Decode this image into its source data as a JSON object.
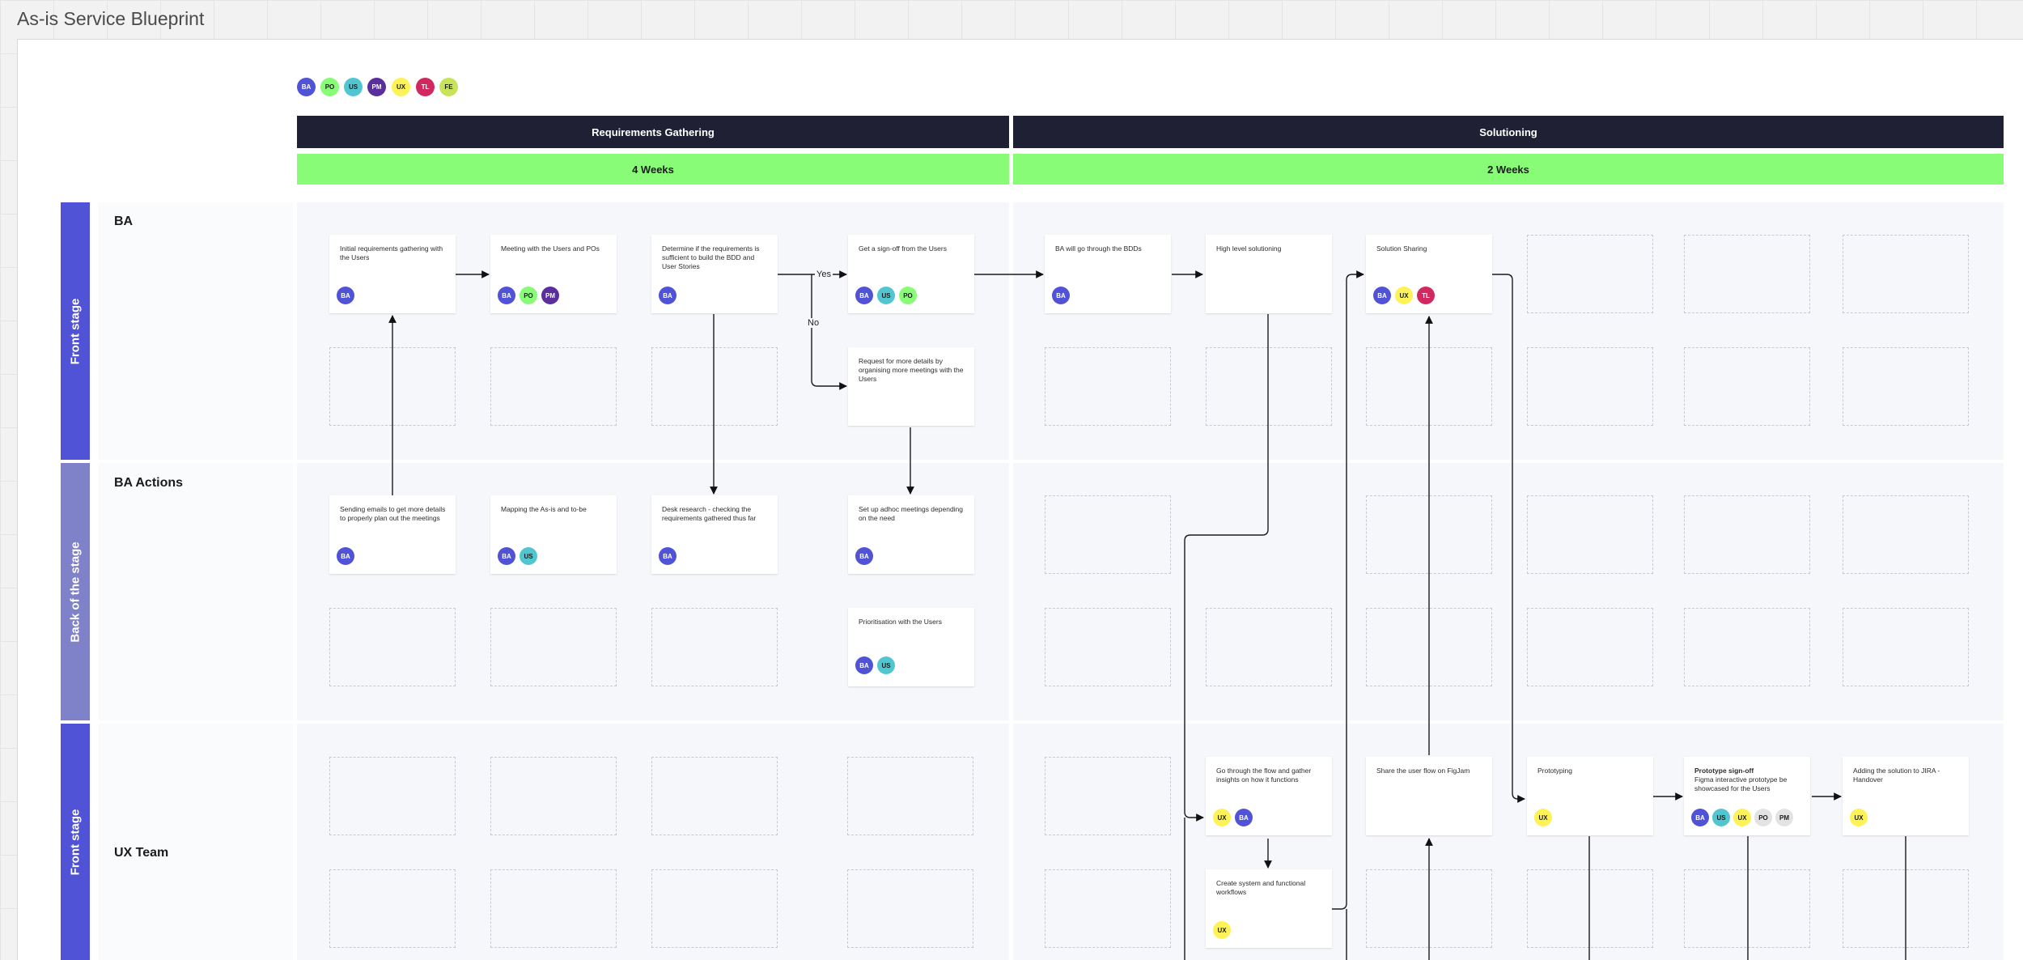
{
  "document": {
    "title": "As-is Service Blueprint"
  },
  "people_legend": [
    {
      "code": "BA",
      "color": "#5153d6",
      "text_color": "#ffffff"
    },
    {
      "code": "PO",
      "color": "#88fb77",
      "text_color": "#1b1b1b"
    },
    {
      "code": "US",
      "color": "#52c6d0",
      "text_color": "#1b1b1b"
    },
    {
      "code": "PM",
      "color": "#5a2e9c",
      "text_color": "#ffffff"
    },
    {
      "code": "UX",
      "color": "#fdf256",
      "text_color": "#1b1b1b"
    },
    {
      "code": "TL",
      "color": "#d1295f",
      "text_color": "#ffffff"
    },
    {
      "code": "FE",
      "color": "#c8e35a",
      "text_color": "#1b1b1b"
    }
  ],
  "phases": [
    {
      "name": "Requirements Gathering",
      "duration": "4 Weeks"
    },
    {
      "name": "Solutioning",
      "duration": "2 Weeks"
    }
  ],
  "lanes": [
    {
      "tab": "Front stage",
      "name": "BA",
      "tab_color": "#5153d6"
    },
    {
      "tab": "Back of the stage",
      "name": "BA Actions",
      "tab_color": "#7f81c9"
    },
    {
      "tab": "Front stage",
      "name": "UX Team",
      "tab_color": "#5153d6"
    }
  ],
  "cards": {
    "initial_requirements": {
      "text": "Initial requirements gathering with the Users",
      "chips": [
        "BA"
      ]
    },
    "meeting_users_pos": {
      "text": "Meeting with the Users and POs",
      "chips": [
        "BA",
        "PO",
        "PM"
      ]
    },
    "determine_requirements": {
      "text": "Determine if the requirements is sufficient to build the BDD and User Stories",
      "chips": [
        "BA"
      ]
    },
    "get_signoff": {
      "text": "Get a sign-off from the Users",
      "chips": [
        "BA",
        "US",
        "PO"
      ]
    },
    "request_details": {
      "text": "Request for more details by organising more meetings with the Users",
      "chips": []
    },
    "ba_bdds": {
      "text": "BA will go through the BDDs",
      "chips": [
        "BA"
      ]
    },
    "high_level_solutioning": {
      "text": "High level solutioning",
      "chips": []
    },
    "solution_sharing": {
      "text": "Solution Sharing",
      "chips": [
        "BA",
        "UX",
        "TL"
      ]
    },
    "sending_emails": {
      "text": "Sending emails to get more details to properly plan out the meetings",
      "chips": [
        "BA"
      ]
    },
    "mapping_as_is": {
      "text": "Mapping the As-is and to-be",
      "chips": [
        "BA",
        "US"
      ]
    },
    "desk_research": {
      "text": "Desk research - checking the requirements gathered thus far",
      "chips": [
        "BA"
      ]
    },
    "adhoc_meetings": {
      "text": "Set up adhoc meetings depending on the need",
      "chips": [
        "BA"
      ]
    },
    "prioritisation": {
      "text": "Prioritisation with the Users",
      "chips": [
        "BA",
        "US"
      ]
    },
    "go_through_flow": {
      "text": "Go through the flow and gather insights on how it functions",
      "chips": [
        "UX",
        "BA"
      ]
    },
    "share_user_flow": {
      "text": "Share the user flow on FigJam",
      "chips": []
    },
    "prototyping": {
      "text": "Prototyping",
      "chips": [
        "UX"
      ]
    },
    "prototype_signoff": {
      "title": "Prototype sign-off",
      "text": "Figma interactive prototype be showcased for the Users",
      "chips": [
        "BA",
        "US",
        "UX",
        "PO",
        "PM"
      ]
    },
    "adding_to_jira": {
      "text": "Adding the solution to JIRA - Handover",
      "chips": [
        "UX"
      ]
    },
    "create_workflows": {
      "text": "Create system and functional workflows",
      "chips": [
        "UX"
      ]
    }
  },
  "edge_labels": {
    "yes": "Yes",
    "no": "No"
  }
}
